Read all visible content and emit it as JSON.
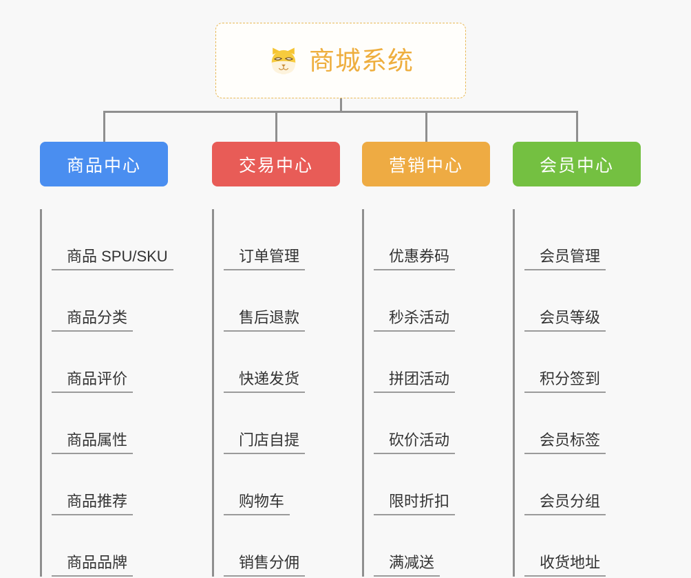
{
  "page": {
    "background_color": "#f8f8f8",
    "connector_color": "#8f8f8f"
  },
  "root": {
    "title": "商城系统",
    "icon": "shiba-inu-dog-face-icon",
    "text_color": "#eeae3e",
    "border_color": "#e8b854",
    "background_color": "#fffefb"
  },
  "categories": [
    {
      "label": "商品中心",
      "color": "#4a8ef0",
      "items": [
        "商品 SPU/SKU",
        "商品分类",
        "商品评价",
        "商品属性",
        "商品推荐",
        "商品品牌"
      ]
    },
    {
      "label": "交易中心",
      "color": "#e85c57",
      "items": [
        "订单管理",
        "售后退款",
        "快递发货",
        "门店自提",
        "购物车",
        "销售分佣"
      ]
    },
    {
      "label": "营销中心",
      "color": "#eeab43",
      "items": [
        "优惠券码",
        "秒杀活动",
        "拼团活动",
        "砍价活动",
        "限时折扣",
        "满减送"
      ]
    },
    {
      "label": "会员中心",
      "color": "#74c041",
      "items": [
        "会员管理",
        "会员等级",
        "积分签到",
        "会员标签",
        "会员分组",
        "收货地址"
      ]
    }
  ]
}
